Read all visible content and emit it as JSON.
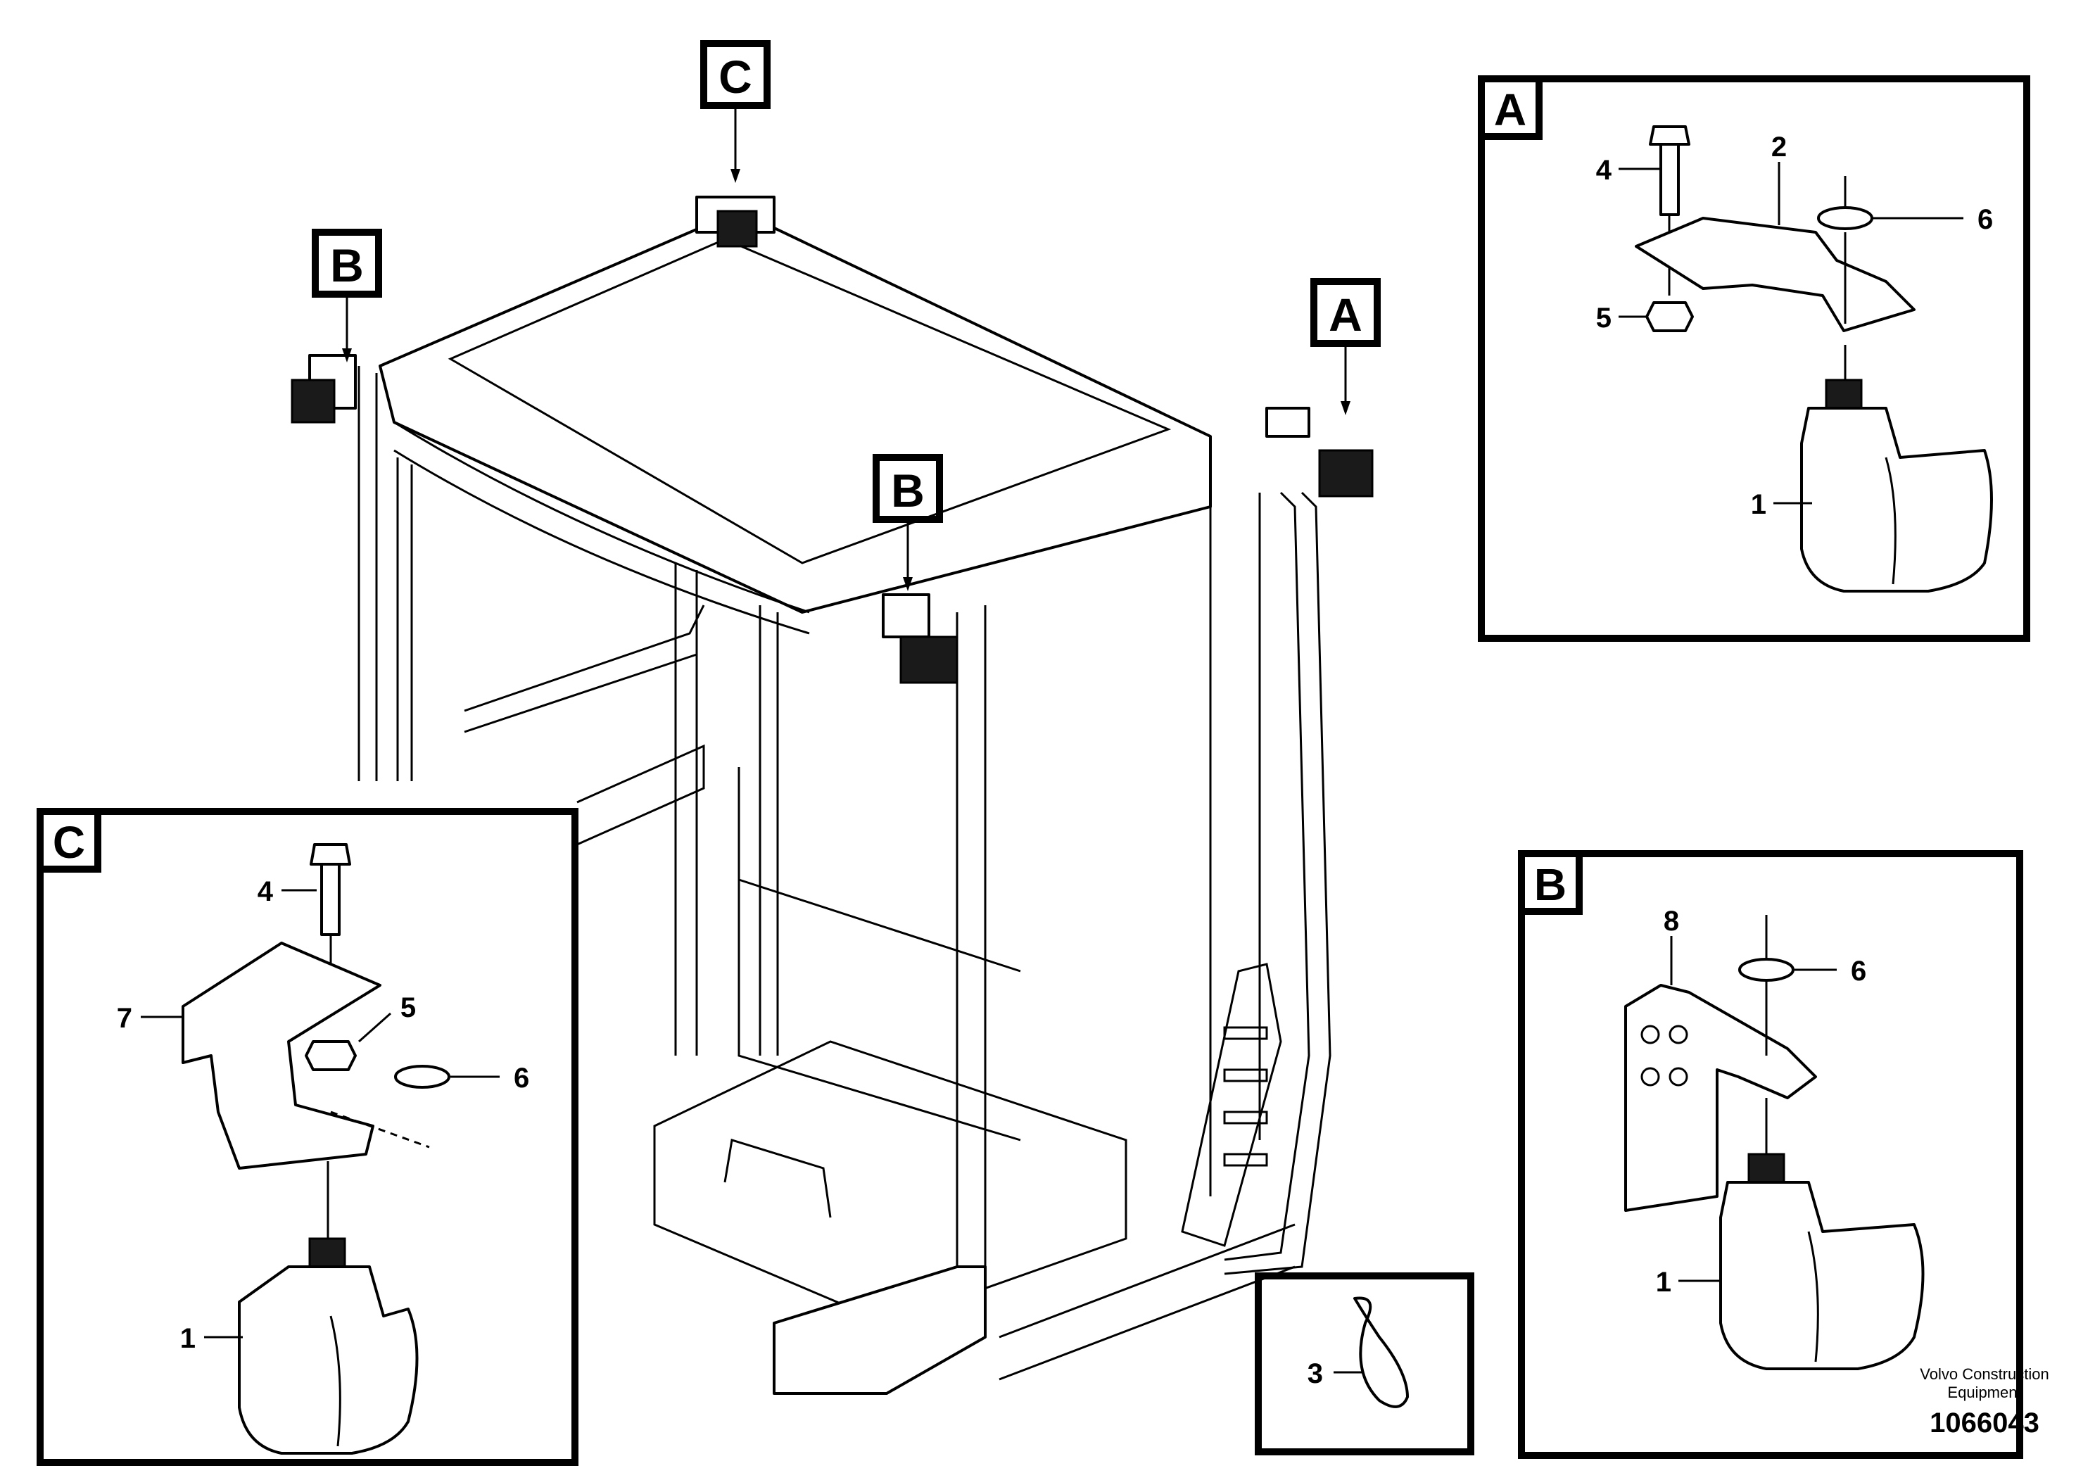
{
  "callouts": {
    "top_c": "C",
    "top_b_left": "B",
    "top_a_right": "A",
    "top_b_center": "B"
  },
  "panel_a": {
    "tag": "A",
    "items": [
      {
        "num": "4"
      },
      {
        "num": "2"
      },
      {
        "num": "6"
      },
      {
        "num": "5"
      },
      {
        "num": "1"
      }
    ]
  },
  "panel_b": {
    "tag": "B",
    "items": [
      {
        "num": "8"
      },
      {
        "num": "6"
      },
      {
        "num": "1"
      }
    ]
  },
  "panel_c": {
    "tag": "C",
    "items": [
      {
        "num": "4"
      },
      {
        "num": "7"
      },
      {
        "num": "5"
      },
      {
        "num": "6"
      },
      {
        "num": "1"
      }
    ]
  },
  "panel_3": {
    "items": [
      {
        "num": "3"
      }
    ]
  },
  "footer": {
    "company_line1": "Volvo Construction",
    "company_line2": "Equipment",
    "drawing_number": "1066043"
  }
}
